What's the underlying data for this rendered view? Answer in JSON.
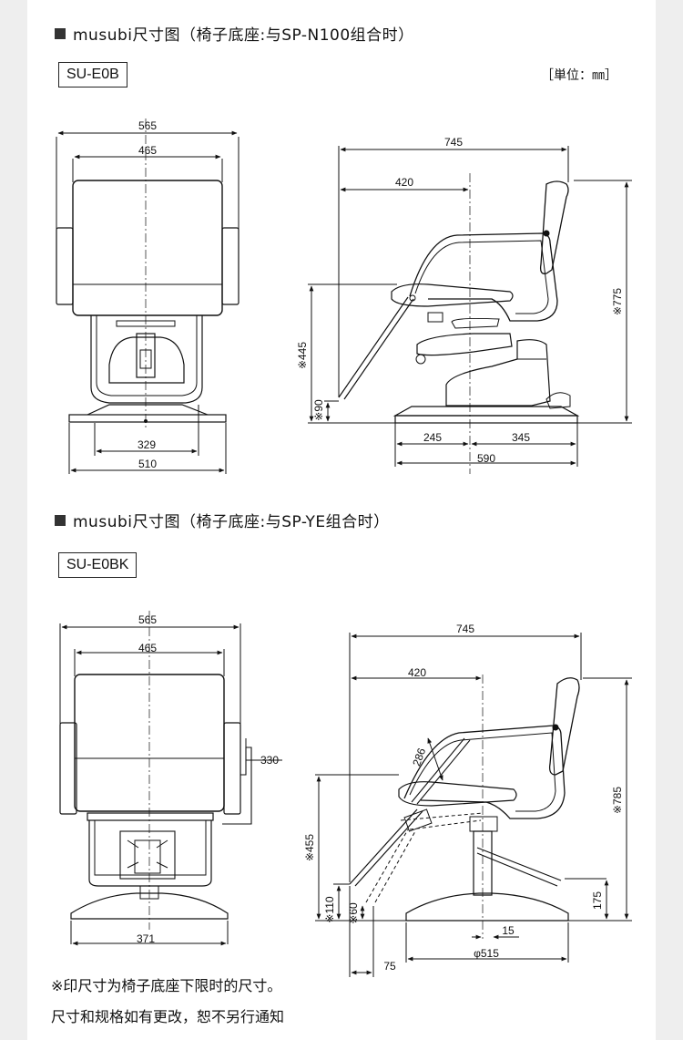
{
  "section1": {
    "title": "musubi尺寸图（椅子底座:与SP-N100组合时）",
    "model": "SU-E0B",
    "unit": "［単位：㎜］",
    "dims": {
      "front_width_outer": "565",
      "front_width_inner": "465",
      "front_base_inner": "329",
      "front_base_outer": "510",
      "side_depth": "745",
      "side_seat": "420",
      "side_height": "※775",
      "side_seat_height": "※445",
      "side_foot_height": "※90",
      "side_base_front": "245",
      "side_base_back": "345",
      "side_base_total": "590"
    }
  },
  "section2": {
    "title": "musubi尺寸图（椅子底座:与SP-YE组合时）",
    "model": "SU-E0BK",
    "dims": {
      "front_width_outer": "565",
      "front_width_inner": "465",
      "front_lever": "330",
      "front_base": "371",
      "side_depth": "745",
      "side_seat": "420",
      "side_footrest": "286",
      "side_height": "※785",
      "side_seat_height": "※455",
      "side_lever_height": "175",
      "side_foot_110": "※110",
      "side_foot_60": "※60",
      "side_foot_75": "75",
      "side_offset": "15",
      "side_base_diameter": "φ515"
    }
  },
  "notes": {
    "line1": "※印尺寸为椅子底座下限时的尺寸。",
    "line2": "尺寸和规格如有更改，恕不另行通知"
  }
}
